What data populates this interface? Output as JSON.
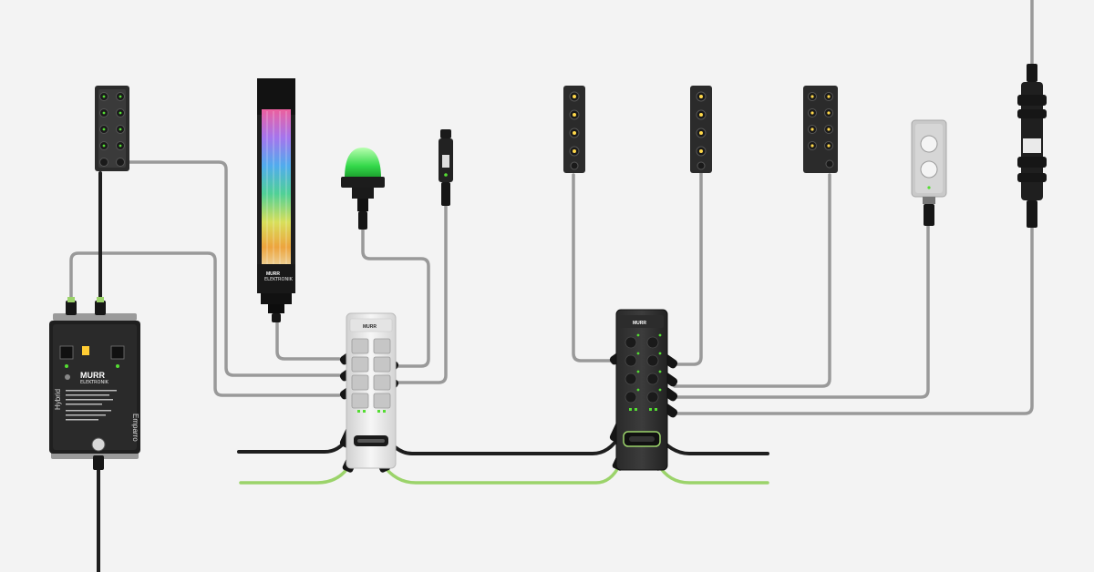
{
  "power_supply": {
    "brand": "MURR",
    "brand_sub": "ELEKTRONIK",
    "side_left": "Hybrid",
    "side_right": "Emparro"
  },
  "signal_tower": {
    "brand": "MURR",
    "brand_sub": "ELEKTRONIK"
  },
  "hub_white": {
    "brand": "MURR"
  },
  "hub_black": {
    "brand": "MURR"
  },
  "colors": {
    "background": "#f3f3f3",
    "cable_grey": "#999999",
    "cable_black": "#1e1e1e",
    "cable_green": "#9bd36a",
    "led_green": "#55dd33"
  }
}
